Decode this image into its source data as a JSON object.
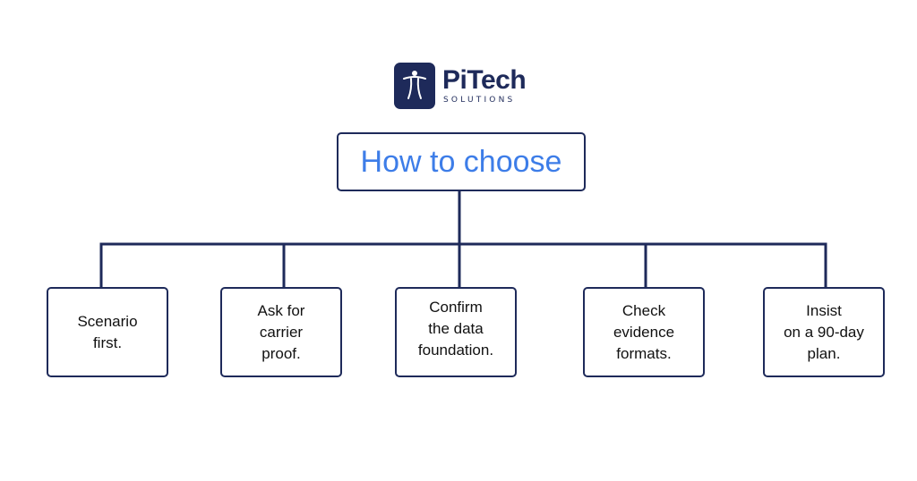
{
  "logo": {
    "name": "PiTech",
    "subtitle": "SOLUTIONS",
    "mark_color": "#1e2a5a"
  },
  "diagram": {
    "root": {
      "label": "How to choose",
      "color": "#3d7de8"
    },
    "children": [
      {
        "label": "Scenario\nfirst."
      },
      {
        "label": "Ask for\ncarrier\nproof."
      },
      {
        "label": "Confirm\nthe data\nfoundation."
      },
      {
        "label": "Check\nevidence\nformats."
      },
      {
        "label": "Insist\non a 90-day\nplan."
      }
    ],
    "line_color": "#1e2a5a"
  }
}
